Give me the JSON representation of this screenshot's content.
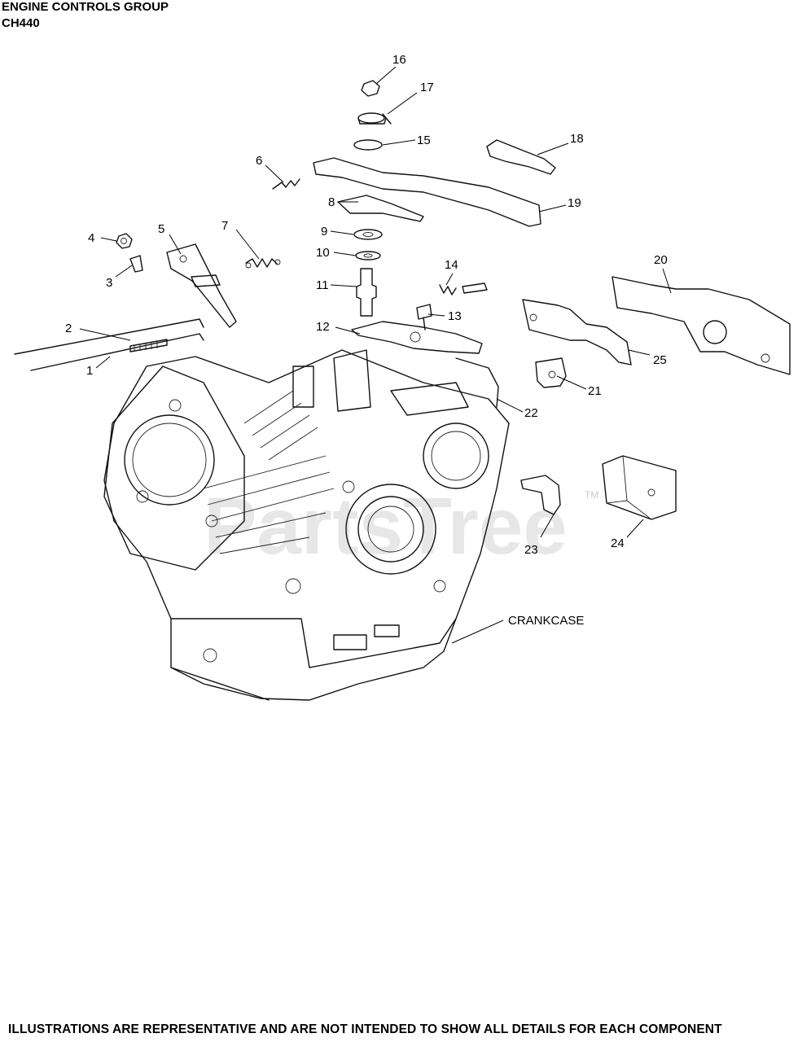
{
  "header": {
    "title": "ENGINE CONTROLS GROUP",
    "model": "CH440"
  },
  "callouts": [
    "1",
    "2",
    "3",
    "4",
    "5",
    "6",
    "7",
    "8",
    "9",
    "10",
    "11",
    "12",
    "13",
    "14",
    "15",
    "16",
    "17",
    "18",
    "19",
    "20",
    "21",
    "22",
    "23",
    "24",
    "25"
  ],
  "crankcase_label": "CRANKCASE",
  "watermark": {
    "text": "PartsTree",
    "tm": "TM"
  },
  "footer": "ILLUSTRATIONS ARE REPRESENTATIVE AND ARE NOT INTENDED TO SHOW ALL DETAILS FOR EACH COMPONENT"
}
